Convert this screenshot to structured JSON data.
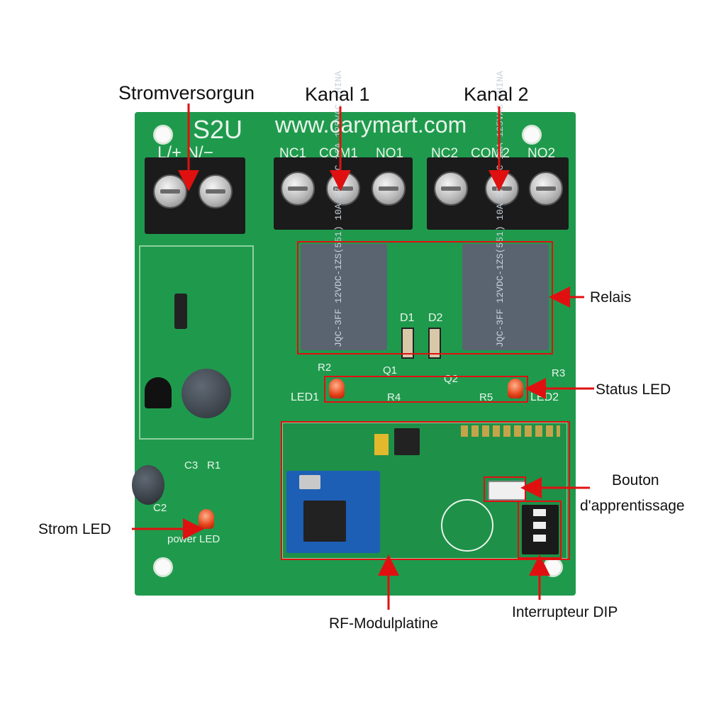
{
  "board": {
    "model": "S2U",
    "url": "www.carymart.com",
    "power_terminal_labels": "L/+  N/−",
    "relay_terminal_labels": [
      "NC1",
      "COM1",
      "NO1",
      "NC2",
      "COM2",
      "NO2"
    ],
    "relay_print": "JQC-3FF 12VDC-1ZS(551) 10A 277VAC 12A 125VAC CHINA",
    "silk": {
      "d1": "D1",
      "d2": "D2",
      "r2": "R2",
      "r3": "R3",
      "q1": "Q1",
      "q2": "Q2",
      "r4": "R4",
      "r5": "R5",
      "led1": "LED1",
      "led2": "LED2",
      "c3": "C3",
      "r1": "R1",
      "c2": "C2",
      "power_led": "power LED"
    }
  },
  "callouts": {
    "power_supply": "Stromversorgun",
    "channel_1": "Kanal 1",
    "channel_2": "Kanal 2",
    "relays": "Relais",
    "status_led": "Status LED",
    "learn_button_line1": "Bouton",
    "learn_button_line2": "d'apprentissage",
    "power_led": "Strom LED",
    "dip_switch": "Interrupteur DIP",
    "rf_module": "RF-Modulplatine"
  },
  "colors": {
    "pcb": "#1f9a4d",
    "callout": "#e01010",
    "terminal": "#1b1b1b",
    "relay": "#5a6470"
  }
}
